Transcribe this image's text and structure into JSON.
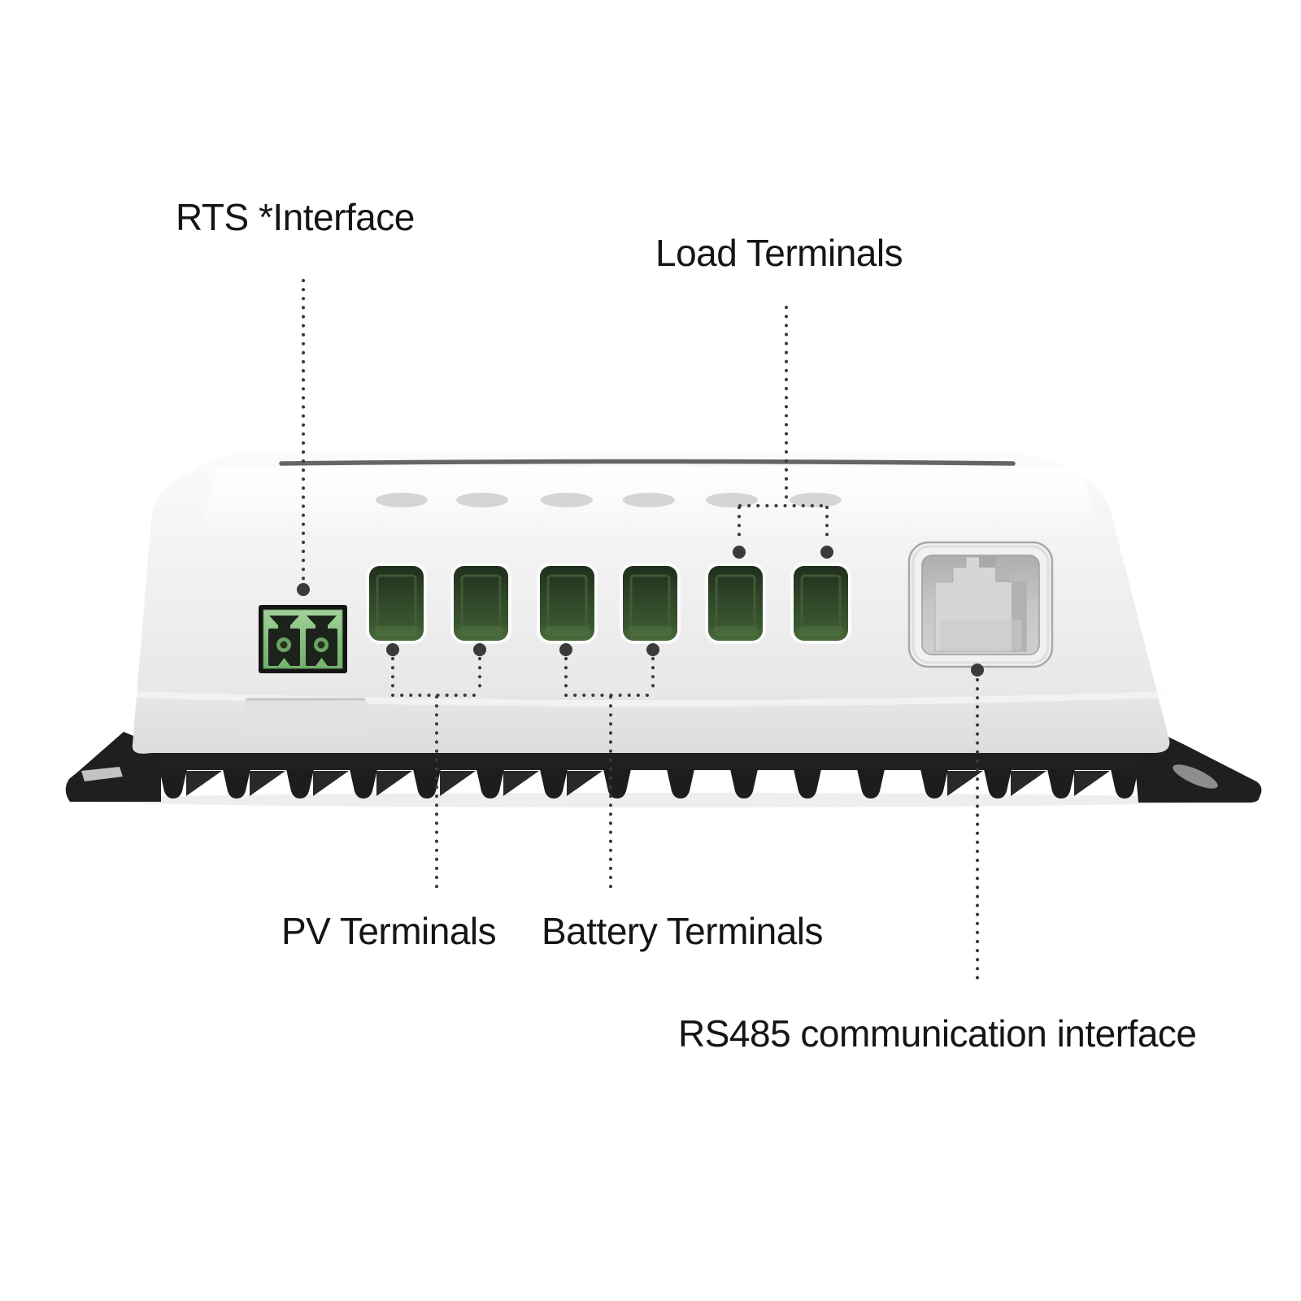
{
  "labels": {
    "rts": "RTS *Interface",
    "load": "Load Terminals",
    "pv": "PV Terminals",
    "battery": "Battery Terminals",
    "rs485": "RS485 communication interface"
  },
  "device": {
    "terminal_ports_total": 6,
    "pv_terminals": 2,
    "battery_terminals": 2,
    "load_terminals": 2,
    "rts_connector_pins": 2,
    "rj45_ports": 1,
    "top_vents": 6
  },
  "colors": {
    "background": "#ffffff",
    "body_white": "#f0f0f0",
    "heatsink_black": "#1f1f1f",
    "connector_green": "#84bf7e",
    "connector_port_dark": "#1b231b",
    "terminal_dark_green": "#2e4529",
    "rj45_gray": "#d6d6d6",
    "callout": "#3a3a3a",
    "label_text": "#151515"
  }
}
